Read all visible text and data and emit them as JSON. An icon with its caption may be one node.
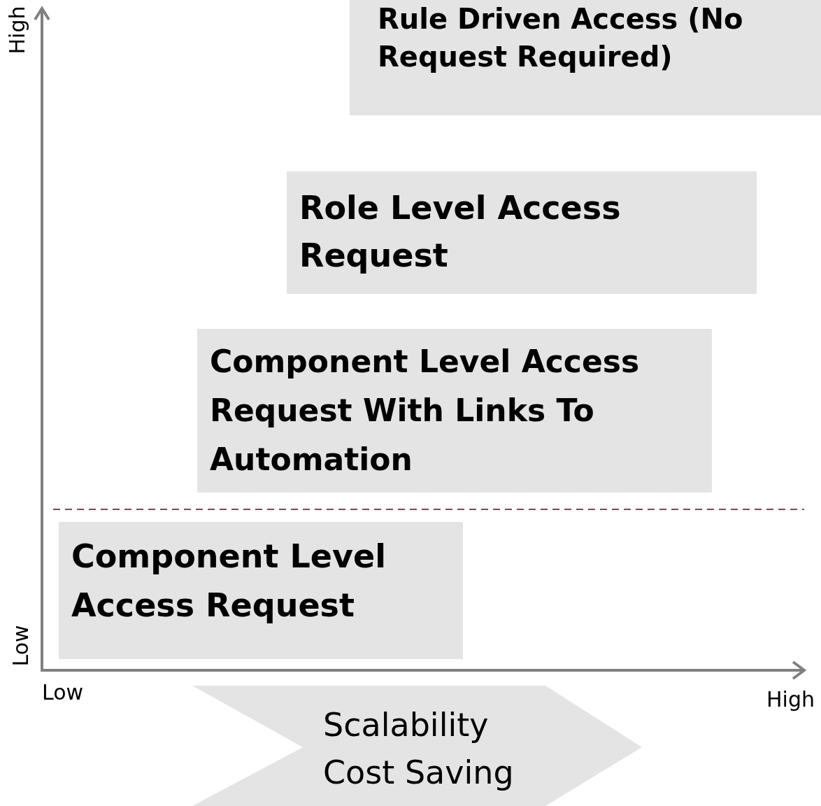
{
  "diagram": {
    "nodes": [
      {
        "text": [
          "Rule Driven Access (No Request Required)"
        ]
      },
      {
        "text": [
          "Role Level Access Request"
        ]
      },
      {
        "text": [
          "Component Level Access Request With Links To Automation"
        ]
      },
      {
        "text": [
          "Component Level Access Request"
        ]
      },
      {
        "text": [
          "Scalability",
          "Cost Saving"
        ]
      }
    ],
    "labels": [
      "High",
      "Low",
      "Low",
      "High"
    ]
  }
}
